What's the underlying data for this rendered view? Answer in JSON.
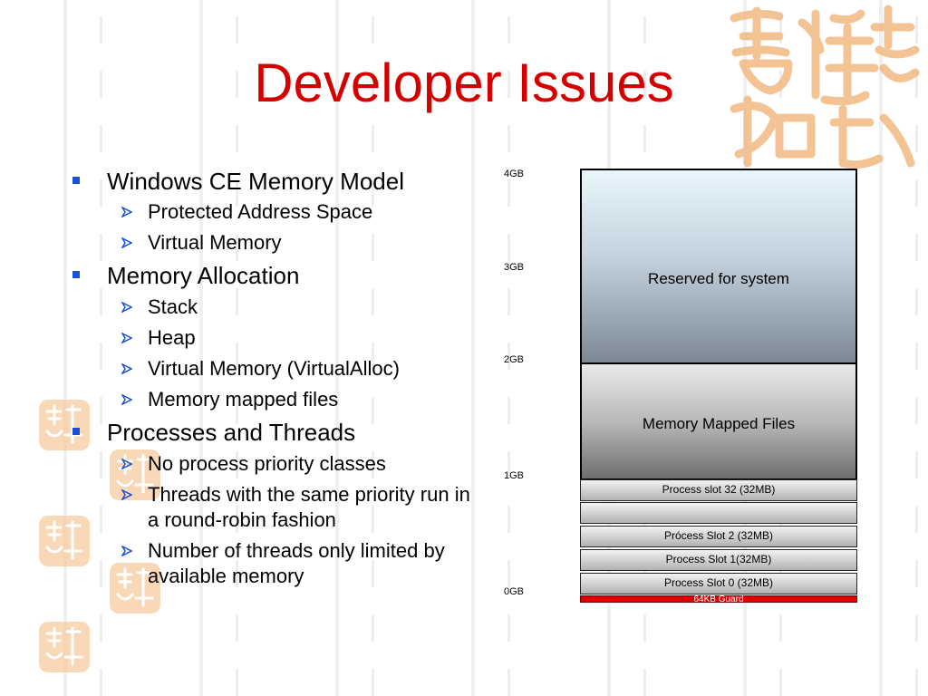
{
  "title": "Developer Issues",
  "bullets": {
    "memory_model": {
      "label": "Windows CE Memory Model",
      "items": [
        "Protected Address Space",
        "Virtual Memory"
      ]
    },
    "memory_allocation": {
      "label": "Memory Allocation",
      "items": [
        "Stack",
        "Heap",
        "Virtual Memory (VirtualAlloc)",
        "Memory mapped files"
      ]
    },
    "processes_threads": {
      "label": "Processes and Threads",
      "items": [
        "No process priority classes",
        "Threads with the same priority run in a round-robin fashion",
        "Number of threads only limited by available memory"
      ]
    }
  },
  "diagram": {
    "axis_labels": [
      "4GB",
      "3GB",
      "2GB",
      "1GB",
      "0GB"
    ],
    "reserved": "Reserved for system",
    "memory_mapped": "Memory Mapped Files",
    "slot_32": "Process slot 32 (32MB)",
    "slot_blank": "",
    "slot_2": "Prócess Slot 2 (32MB)",
    "slot_1": "Process Slot 1(32MB)",
    "slot_0": "Process Slot 0 (32MB)",
    "guard": "64KB Guard"
  },
  "colors": {
    "title": "#d40000",
    "bullet_square": "#1a4fd8",
    "arrow": "#1a4fd8",
    "guard": "#e10000",
    "seal": "#f2b982"
  }
}
